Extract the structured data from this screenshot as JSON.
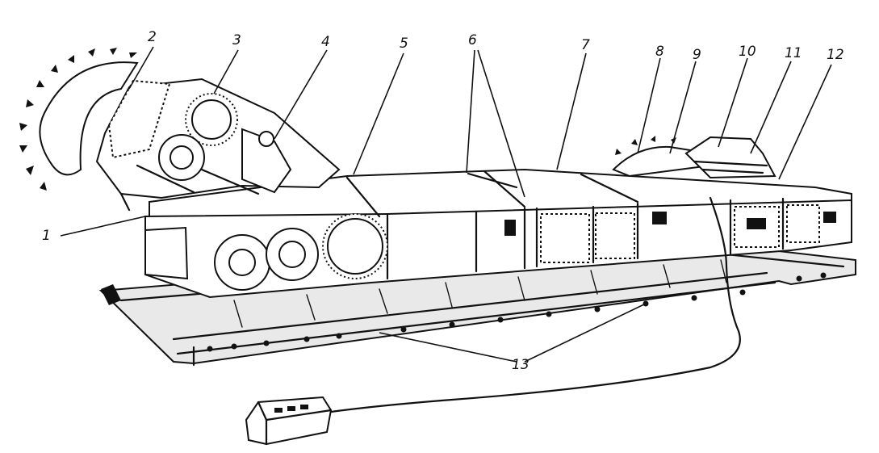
{
  "figure": {
    "callouts": [
      {
        "id": "1",
        "label": "1"
      },
      {
        "id": "2",
        "label": "2"
      },
      {
        "id": "3",
        "label": "3"
      },
      {
        "id": "4",
        "label": "4"
      },
      {
        "id": "5",
        "label": "5"
      },
      {
        "id": "6",
        "label": "6"
      },
      {
        "id": "7",
        "label": "7"
      },
      {
        "id": "8",
        "label": "8"
      },
      {
        "id": "9",
        "label": "9"
      },
      {
        "id": "10",
        "label": "10"
      },
      {
        "id": "11",
        "label": "11"
      },
      {
        "id": "12",
        "label": "12"
      },
      {
        "id": "13",
        "label": "13"
      }
    ]
  }
}
